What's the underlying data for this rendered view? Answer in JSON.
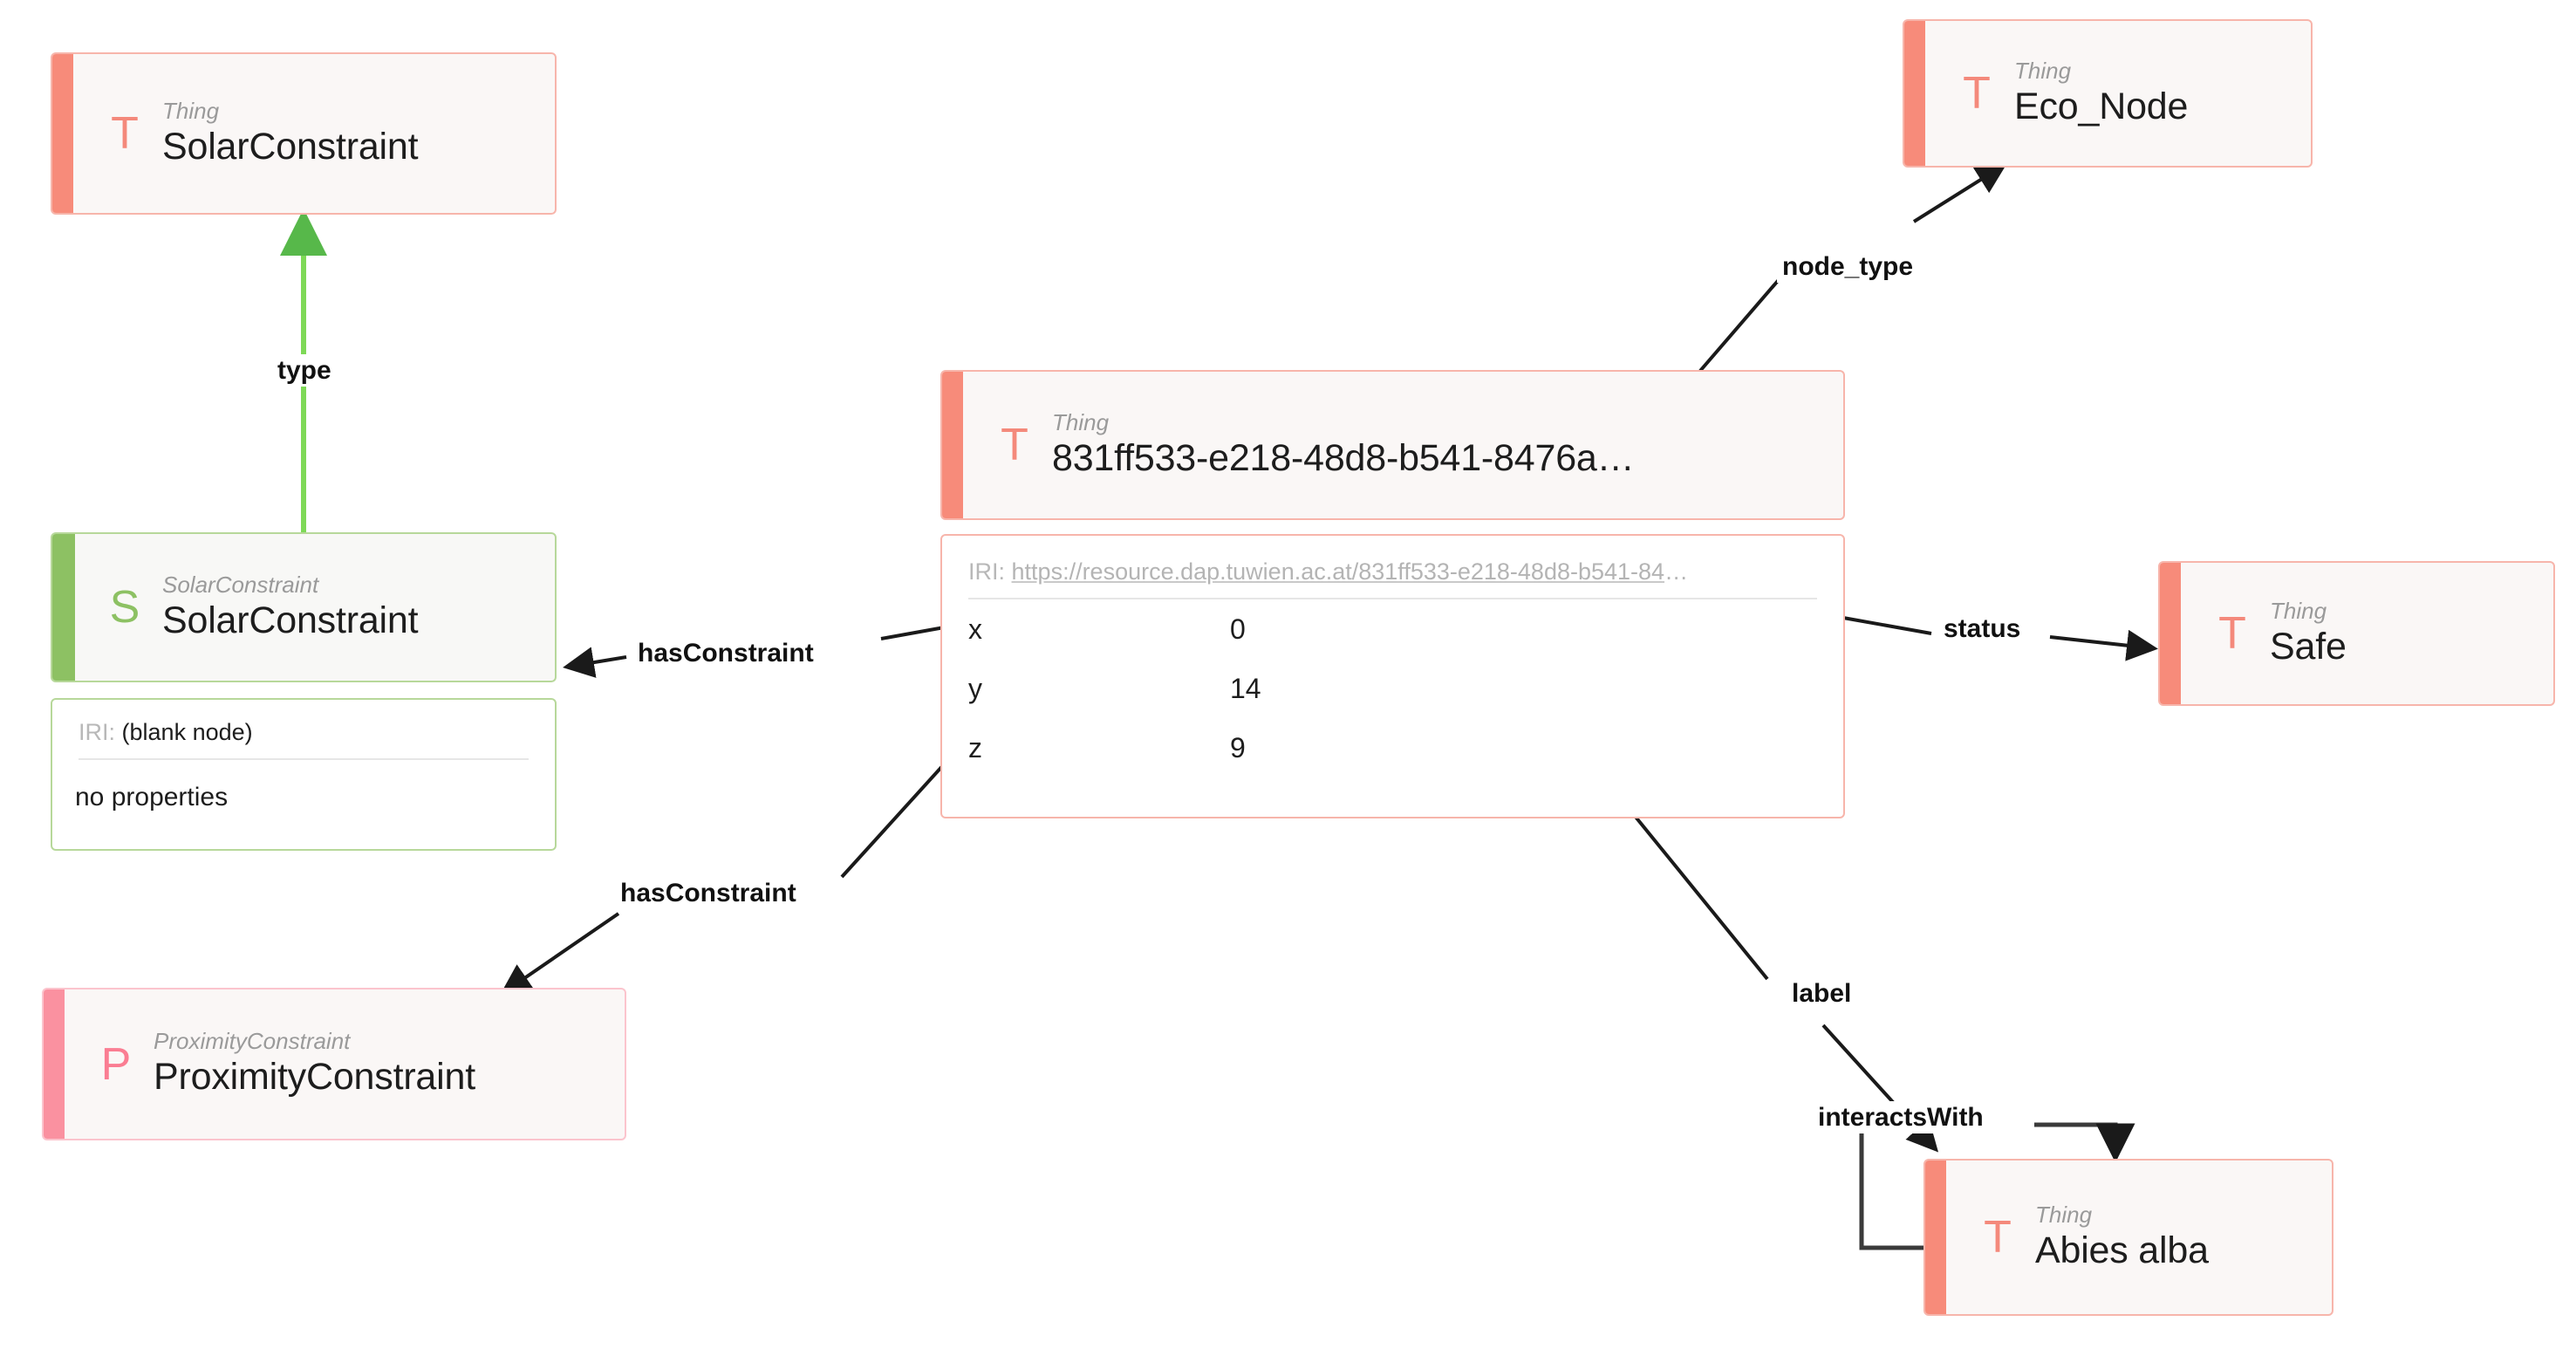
{
  "diagram": {
    "type": "rdf-graph",
    "nodes": [
      {
        "id": "solar-class",
        "badge": "T",
        "badge_icon": "thing-badge-icon",
        "type_label": "Thing",
        "title": "SolarConstraint",
        "theme": "coral"
      },
      {
        "id": "solar-instance",
        "badge": "S",
        "badge_icon": "subject-badge-icon",
        "type_label": "SolarConstraint",
        "title": "SolarConstraint",
        "theme": "green",
        "detail": {
          "iri_label": "IRI:",
          "iri_value": "(blank node)",
          "properties_empty": "no properties"
        }
      },
      {
        "id": "proximity-class",
        "badge": "P",
        "badge_icon": "proximity-badge-icon",
        "type_label": "ProximityConstraint",
        "title": "ProximityConstraint",
        "theme": "pink"
      },
      {
        "id": "main-resource",
        "badge": "T",
        "badge_icon": "thing-badge-icon",
        "type_label": "Thing",
        "title": "831ff533-e218-48d8-b541-8476a…",
        "theme": "coral",
        "detail": {
          "iri_label": "IRI:",
          "iri_value": "https://resource.dap.tuwien.ac.at/831ff533-e218-48d8-b541-84",
          "iri_ellipsis": "…",
          "properties": [
            {
              "key": "x",
              "value": "0"
            },
            {
              "key": "y",
              "value": "14"
            },
            {
              "key": "z",
              "value": "9"
            }
          ]
        }
      },
      {
        "id": "eco-node",
        "badge": "T",
        "badge_icon": "thing-badge-icon",
        "type_label": "Thing",
        "title": "Eco_Node",
        "theme": "coral"
      },
      {
        "id": "safe",
        "badge": "T",
        "badge_icon": "thing-badge-icon",
        "type_label": "Thing",
        "title": "Safe",
        "theme": "coral"
      },
      {
        "id": "abies-alba",
        "badge": "T",
        "badge_icon": "thing-badge-icon",
        "type_label": "Thing",
        "title": "Abies alba",
        "theme": "coral"
      }
    ],
    "edges": [
      {
        "id": "type",
        "label": "type",
        "from": "solar-instance",
        "to": "solar-class",
        "color": "#7ed957"
      },
      {
        "id": "hasConstraint-1",
        "label": "hasConstraint",
        "from": "main-resource",
        "to": "solar-instance",
        "color": "#1a1a1a"
      },
      {
        "id": "hasConstraint-2",
        "label": "hasConstraint",
        "from": "main-resource",
        "to": "proximity-class",
        "color": "#1a1a1a"
      },
      {
        "id": "node_type",
        "label": "node_type",
        "from": "main-resource",
        "to": "eco-node",
        "color": "#1a1a1a"
      },
      {
        "id": "status",
        "label": "status",
        "from": "main-resource",
        "to": "safe",
        "color": "#1a1a1a"
      },
      {
        "id": "label",
        "label": "label",
        "from": "main-resource",
        "to": "abies-alba",
        "color": "#1a1a1a"
      },
      {
        "id": "interactsWith",
        "label": "interactsWith",
        "from": "abies-alba",
        "to": "abies-alba",
        "color": "#3a3a3a"
      }
    ]
  },
  "colors": {
    "coral_accent": "#f78b7a",
    "coral_border": "#f7b5ab",
    "green_accent": "#8dc163",
    "green_border": "#b7d89a",
    "pink_accent": "#fa91a0",
    "pink_border": "#fbc4cd",
    "edge_green": "#7ed957",
    "edge_dark": "#1a1a1a",
    "node_fill": "#faf7f6",
    "text_primary": "#1d1d1d",
    "text_muted": "#9a9a9a"
  }
}
